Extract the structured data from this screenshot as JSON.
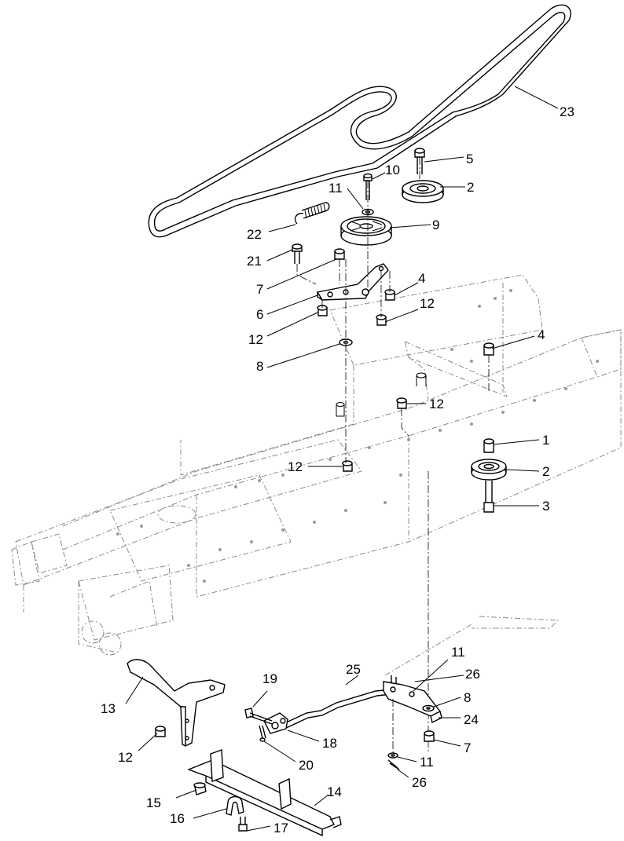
{
  "callouts": [
    {
      "id": "c23",
      "label": "23"
    },
    {
      "id": "c5",
      "label": "5"
    },
    {
      "id": "c10",
      "label": "10"
    },
    {
      "id": "c11a",
      "label": "11"
    },
    {
      "id": "c2a",
      "label": "2"
    },
    {
      "id": "c22",
      "label": "22"
    },
    {
      "id": "c9",
      "label": "9"
    },
    {
      "id": "c21",
      "label": "21"
    },
    {
      "id": "c7a",
      "label": "7"
    },
    {
      "id": "c4a",
      "label": "4"
    },
    {
      "id": "c6",
      "label": "6"
    },
    {
      "id": "c12a",
      "label": "12"
    },
    {
      "id": "c12b",
      "label": "12"
    },
    {
      "id": "c4b",
      "label": "4"
    },
    {
      "id": "c8a",
      "label": "8"
    },
    {
      "id": "c12c",
      "label": "12"
    },
    {
      "id": "c1",
      "label": "1"
    },
    {
      "id": "c2b",
      "label": "2"
    },
    {
      "id": "c12d",
      "label": "12"
    },
    {
      "id": "c3",
      "label": "3"
    },
    {
      "id": "c11b",
      "label": "11"
    },
    {
      "id": "c25",
      "label": "25"
    },
    {
      "id": "c26a",
      "label": "26"
    },
    {
      "id": "c19",
      "label": "19"
    },
    {
      "id": "c8b",
      "label": "8"
    },
    {
      "id": "c13",
      "label": "13"
    },
    {
      "id": "c24",
      "label": "24"
    },
    {
      "id": "c18",
      "label": "18"
    },
    {
      "id": "c7b",
      "label": "7"
    },
    {
      "id": "c12e",
      "label": "12"
    },
    {
      "id": "c20",
      "label": "20"
    },
    {
      "id": "c11c",
      "label": "11"
    },
    {
      "id": "c26b",
      "label": "26"
    },
    {
      "id": "c14",
      "label": "14"
    },
    {
      "id": "c15",
      "label": "15"
    },
    {
      "id": "c16",
      "label": "16"
    },
    {
      "id": "c17",
      "label": "17"
    }
  ]
}
